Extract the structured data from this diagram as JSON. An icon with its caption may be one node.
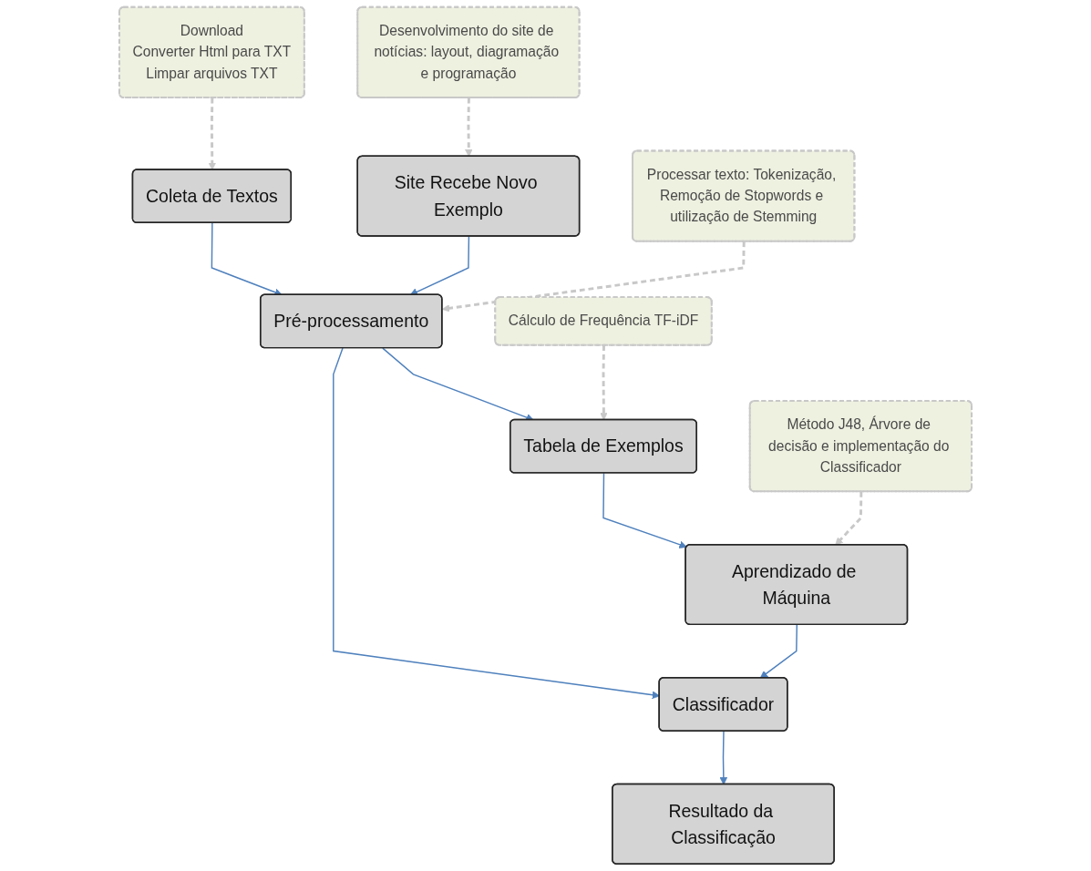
{
  "diagram": {
    "nodes": [
      {
        "text": [
          "Coleta de Textos"
        ]
      },
      {
        "text": [
          "Download",
          "Converter Html para TXT",
          "Limpar arquivos TXT"
        ]
      },
      {
        "text": [
          "Desenvolvimento do site de notícias: layout, diagramação e programação"
        ]
      },
      {
        "text": [
          "Site Recebe Novo Exemplo"
        ]
      },
      {
        "text": [
          "Pré-processamento"
        ]
      },
      {
        "text": [
          "Processar texto: Tokenização, Remoção de Stopwords e utilização de Stemming"
        ]
      },
      {
        "text": [
          "Tabela de Exemplos"
        ]
      },
      {
        "text": [
          "Cálculo de Frequência TF-iDF"
        ]
      },
      {
        "text": [
          "Aprendizado de Máquina"
        ]
      },
      {
        "text": [
          "Método J48, Árvore de decisão e implementação do Classificador"
        ]
      },
      {
        "text": [
          "Resultado da Classificação"
        ]
      },
      {
        "text": [
          "Classificador"
        ]
      }
    ],
    "edges": [
      {
        "from": 1,
        "to": 0,
        "arrow": "to",
        "style": "dashed",
        "color": "#c8c8c8"
      },
      {
        "from": 2,
        "to": 3,
        "arrow": "to",
        "style": "dashed",
        "color": "#c8c8c8"
      },
      {
        "from": 0,
        "to": 4,
        "arrow": "to"
      },
      {
        "from": 3,
        "to": 4,
        "arrow": "to"
      },
      {
        "from": 5,
        "to": 4,
        "arrow": "to",
        "style": "dashed",
        "color": "#c8c8c8"
      },
      {
        "from": 4,
        "to": 6,
        "arrow": "to"
      },
      {
        "from": 7,
        "to": 6,
        "arrow": "to",
        "style": "dashed",
        "color": "#c8c8c8"
      },
      {
        "from": 4,
        "to": 11,
        "arrow": "to"
      },
      {
        "from": 6,
        "to": 8,
        "arrow": "to"
      },
      {
        "from": 9,
        "to": 8,
        "arrow": "to",
        "style": "dashed",
        "color": "#c8c8c8"
      },
      {
        "from": 8,
        "to": 11,
        "arrow": "to"
      },
      {
        "from": 11,
        "to": 10,
        "arrow": "to"
      }
    ]
  }
}
